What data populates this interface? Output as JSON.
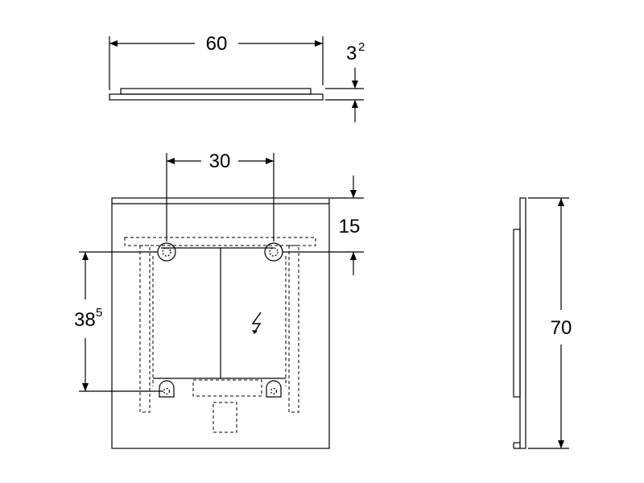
{
  "dimensions": {
    "top_width": "60",
    "top_thickness": "3",
    "top_thickness_sup": "2",
    "hole_spacing": "30",
    "top_offset": "15",
    "vertical_spacing": "38",
    "vertical_spacing_sup": "5",
    "side_height": "70"
  },
  "symbols": {
    "electrical": "lightning-bolt-icon"
  },
  "colors": {
    "line": "#000000",
    "background": "#ffffff"
  }
}
